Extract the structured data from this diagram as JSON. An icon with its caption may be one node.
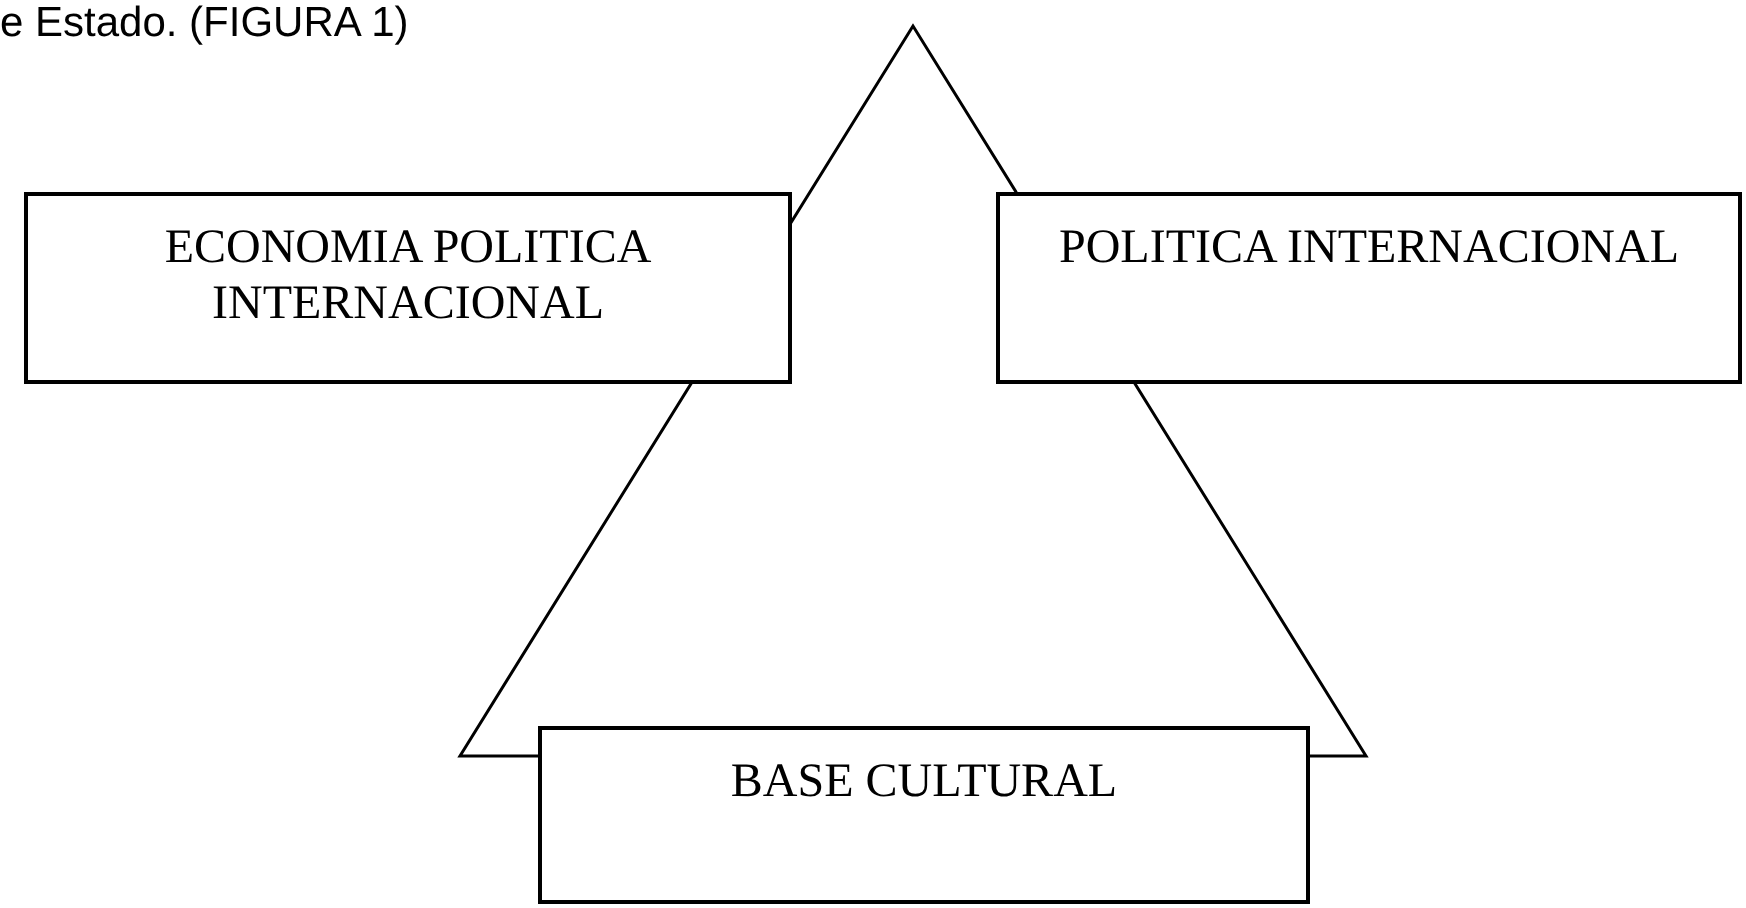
{
  "diagram": {
    "nodes": [
      {
        "text": [],
        "shape": "triangle"
      },
      {
        "text": [
          "ECONOMIA POLITICA INTERNACIONAL"
        ]
      },
      {
        "text": [
          "POLITICA INTERNACIONAL"
        ]
      },
      {
        "text": [
          "BASE CULTURAL"
        ]
      }
    ],
    "labels": [
      "e Estado. (FIGURA 1)"
    ]
  }
}
